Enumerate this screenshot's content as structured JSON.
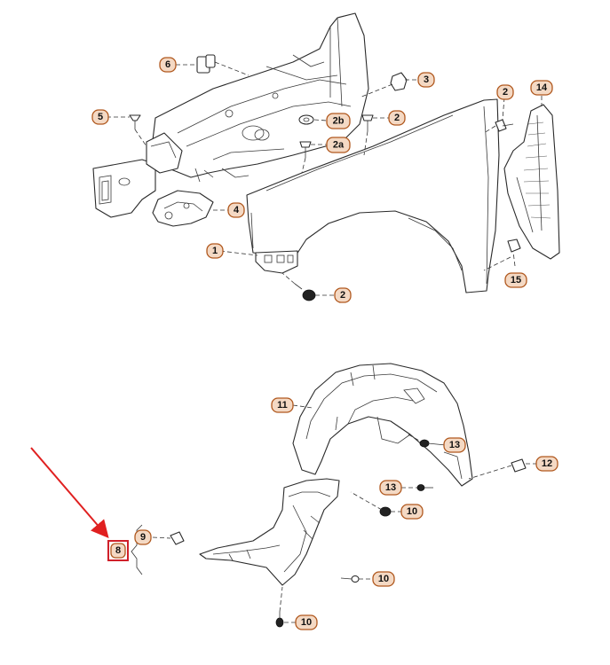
{
  "callouts": {
    "c6": "6",
    "c5": "5",
    "c3": "3",
    "c2b": "2b",
    "c2_mid": "2",
    "c2a": "2a",
    "c2_top": "2",
    "c14": "14",
    "c4": "4",
    "c1": "1",
    "c15": "15",
    "c2_bottom": "2",
    "c11": "11",
    "c13_upper": "13",
    "c12": "12",
    "c13_lower": "13",
    "c10_upper": "10",
    "c9": "9",
    "c8": "8",
    "c10_middle": "10",
    "c10_lower": "10"
  },
  "colors": {
    "callout_fill": "#f4d9c4",
    "callout_stroke": "#b0581e",
    "highlight_box": "#d0202a",
    "arrow": "#e02020"
  }
}
